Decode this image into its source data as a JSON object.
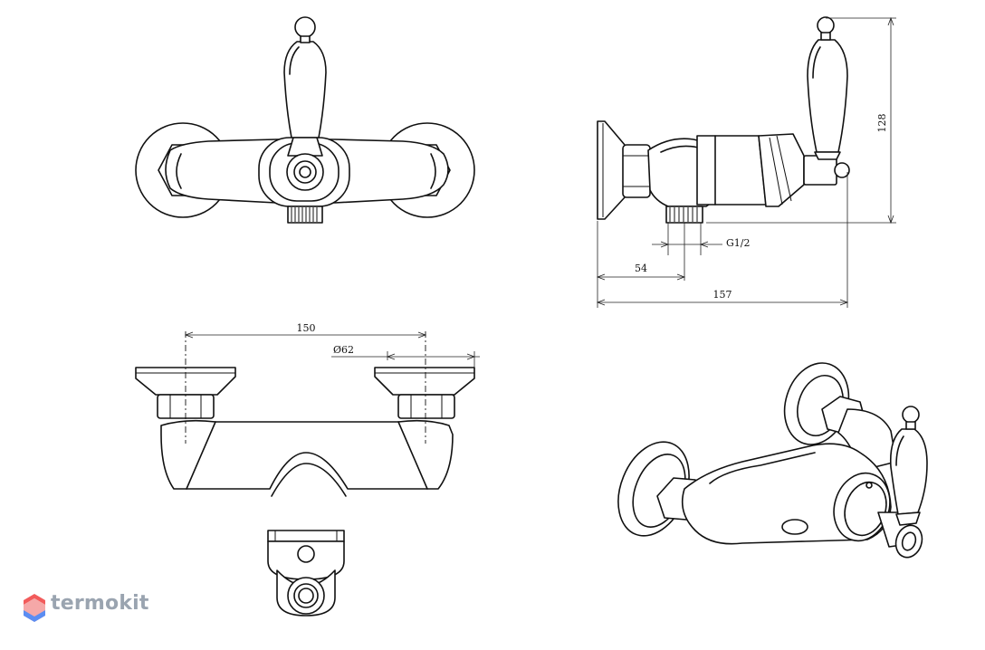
{
  "dimensions": {
    "height": "128",
    "thread": "G1/2",
    "offset": "54",
    "depth": "157",
    "center_distance": "150",
    "flange_diameter": "Ø62"
  },
  "watermark": {
    "text": "termokit",
    "colors": {
      "logo_top": "#f25b5b",
      "logo_bottom": "#5b8df2",
      "text": "#9aa4b0"
    }
  }
}
